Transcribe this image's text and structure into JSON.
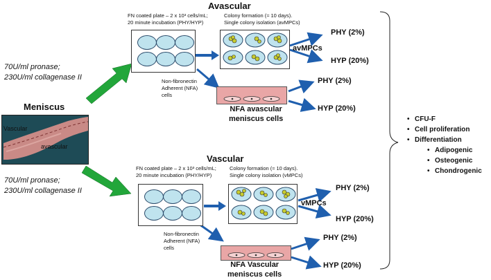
{
  "avascular": {
    "title": "Avascular",
    "plate_caption": [
      "FN coated plate – 2 x 10³ cells/mL;",
      "20 minute incubation (PHY/HYP)"
    ],
    "colony_caption": [
      "Colony formation (≈ 10 days).",
      "Single colony isolation (avMPCs)"
    ],
    "cell_label": "avMPCs",
    "mpc_phy": "PHY (2%)",
    "mpc_hyp": "HYP (20%)",
    "nfa_caption": [
      "Non-fibronectin",
      "Adherent (NFA)",
      "cells"
    ],
    "nfa_phy": "PHY (2%)",
    "nfa_hyp": "HYP (20%)",
    "nfa_label": [
      "NFA avascular",
      "meniscus cells"
    ],
    "digest": [
      "70U/ml pronase;",
      "230U/ml collagenase II"
    ]
  },
  "vascular": {
    "title": "Vascular",
    "plate_caption": [
      "FN coated plate – 2 x 10³ cells/mL;",
      "20 minute incubation (PHY/HYP)"
    ],
    "colony_caption": [
      "Colony formation (≈ 10 days).",
      "Single colony isolation (vMPCs)"
    ],
    "cell_label": "vMPCs",
    "mpc_phy": "PHY (2%)",
    "mpc_hyp": "HYP (20%)",
    "nfa_caption": [
      "Non-fibronectin",
      "Adherent (NFA)",
      "cells"
    ],
    "nfa_phy": "PHY (2%)",
    "nfa_hyp": "HYP (20%)",
    "nfa_label": [
      "NFA Vascular",
      "meniscus cells"
    ],
    "digest": [
      "70U/ml pronase;",
      "230U/ml collagenase II"
    ]
  },
  "meniscus": {
    "title": "Meniscus",
    "vascular_label": "Vascular",
    "avascular_label": "avascular"
  },
  "assays": {
    "items": [
      "CFU-F",
      "Cell proliferation",
      "Differentiation"
    ],
    "subitems": [
      "Adipogenic",
      "Osteogenic",
      "Chondrogenic"
    ]
  },
  "colors": {
    "green_arrow": "#22a63a",
    "blue_arrow": "#1f5fae",
    "well_fill": "#bfe3ee",
    "dish_fill": "#e9a6a6",
    "colony_fill": "#c7cc2e"
  }
}
